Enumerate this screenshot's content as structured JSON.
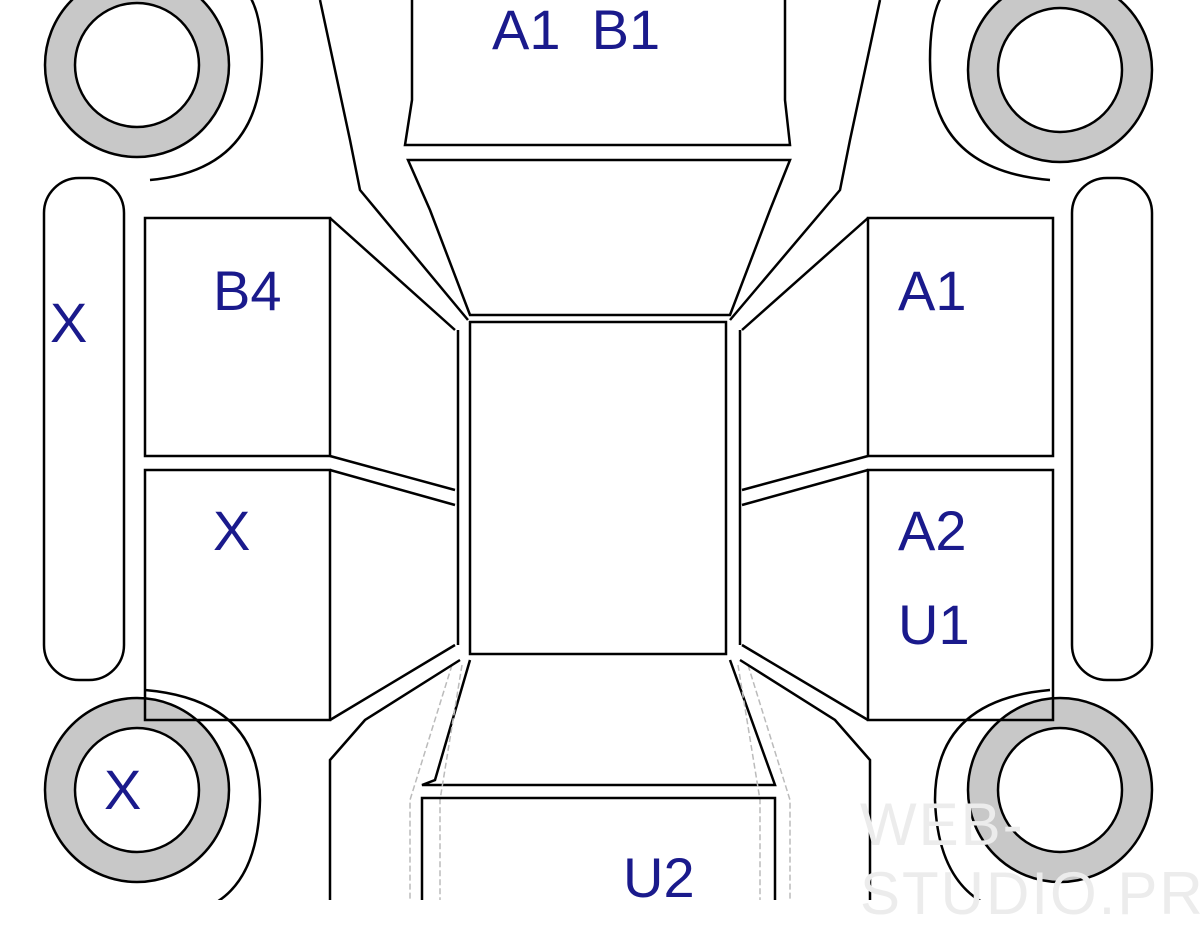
{
  "diagram": {
    "labels": {
      "hood": "A1  B1",
      "left_strip": "X",
      "left_front_door": "B4",
      "left_rear_door": "X",
      "right_front_door": "A1",
      "right_rear_door_1": "A2",
      "right_rear_door_2": "U1",
      "rear_left_wheel": "X",
      "trunk": "U2"
    },
    "watermark": "WEB-STUDIO.PRO",
    "label_color": "#1a1a8c",
    "tire_color": "#c8c8c8"
  }
}
